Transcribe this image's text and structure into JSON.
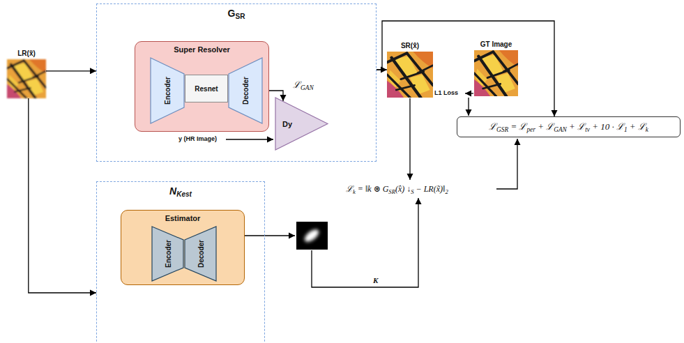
{
  "diagram": {
    "nodes": [
      {
        "text": [
          "GSR"
        ]
      },
      {
        "text": [
          "Super Resolver"
        ],
        "in": 0
      },
      {
        "text": [
          "Encoder"
        ],
        "in": 1
      },
      {
        "text": [
          "Resnet"
        ],
        "in": 1
      },
      {
        "text": [
          "Decoder"
        ],
        "in": 1
      },
      {
        "text": [
          "Dy"
        ],
        "in": 0
      },
      {
        "text": [
          "LR(x̃)"
        ]
      },
      {
        "text": [
          "SR(x̂)"
        ]
      },
      {
        "text": [
          "GT Image"
        ]
      },
      {
        "text": [
          "ℒGSR = ℒper + ℒGAN + ℒtv + 10 · ℒ1 + ℒk"
        ]
      },
      {
        "text": [
          "NKest"
        ]
      },
      {
        "text": [
          "Estimator"
        ],
        "in": 10
      },
      {
        "text": [
          "Encoder"
        ],
        "in": 11
      },
      {
        "text": [
          "Decoder"
        ],
        "in": 11
      }
    ],
    "edges": [
      {
        "from": 6,
        "to": 0,
        "arrow": "to"
      },
      {
        "from": 6,
        "to": 10,
        "arrow": "to"
      },
      {
        "from": 4,
        "to": 5,
        "arrow": "to"
      },
      {
        "from": 0,
        "to": 7,
        "arrow": "to"
      },
      {
        "from": 0,
        "to": 9,
        "arrow": "to"
      }
    ],
    "labels": [
      "ℒGAN",
      "y (HR Image)",
      "L1 Loss",
      "ℒk = ‖k ⊛ GSR(x̂) ↓S − LR(x̃)‖2",
      "K"
    ]
  }
}
